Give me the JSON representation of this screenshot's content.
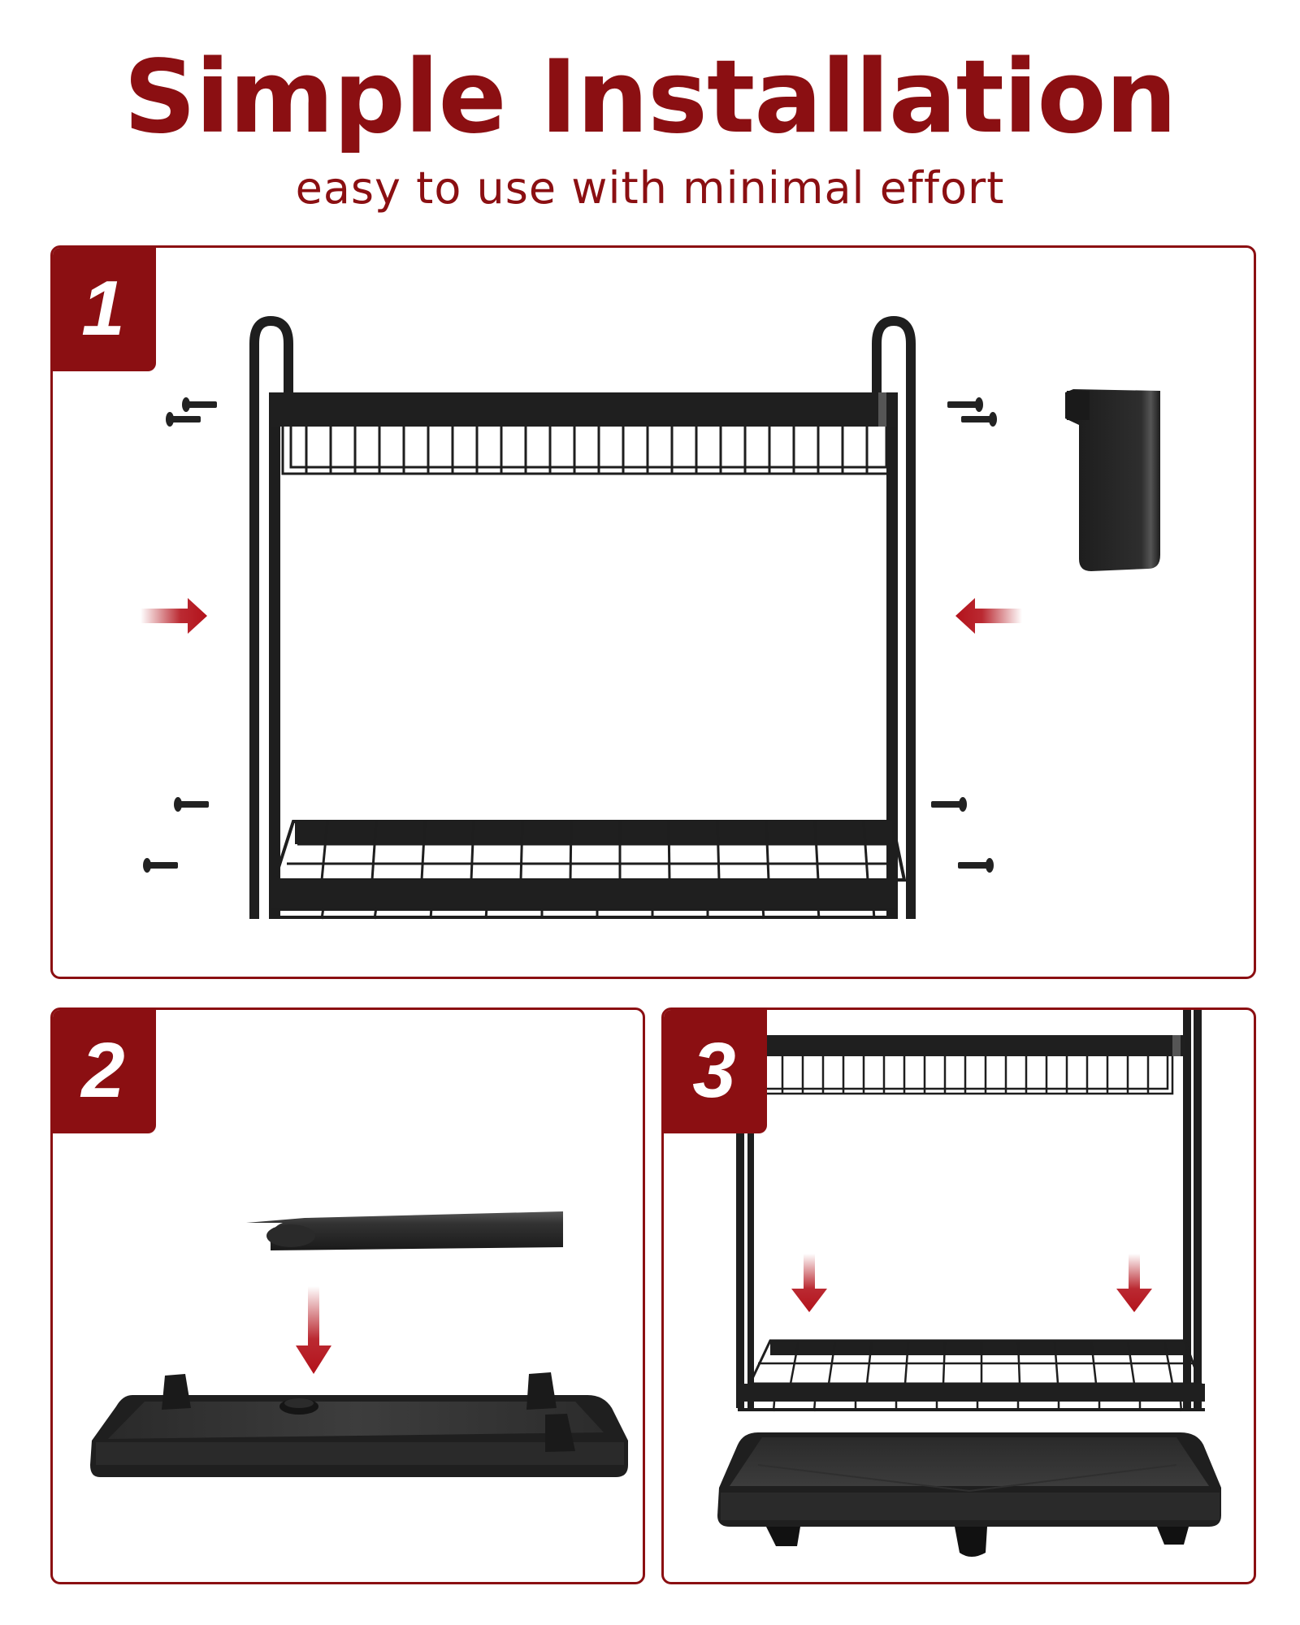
{
  "header": {
    "title": "Simple Installation",
    "subtitle": "easy to use with minimal effort"
  },
  "colors": {
    "brand": "#8b0f12",
    "arrow": "#b3121b",
    "product": "#1e1e1e"
  },
  "steps": [
    {
      "number": "1",
      "description_icons": [
        "two-tier-rack-icon",
        "screw-icon",
        "utensil-holder-icon",
        "arrow-right-icon",
        "arrow-left-icon"
      ]
    },
    {
      "number": "2",
      "description_icons": [
        "drain-spout-icon",
        "arrow-down-icon",
        "drip-tray-icon"
      ]
    },
    {
      "number": "3",
      "description_icons": [
        "two-tier-rack-icon",
        "arrow-down-icon",
        "drip-tray-icon"
      ]
    }
  ]
}
